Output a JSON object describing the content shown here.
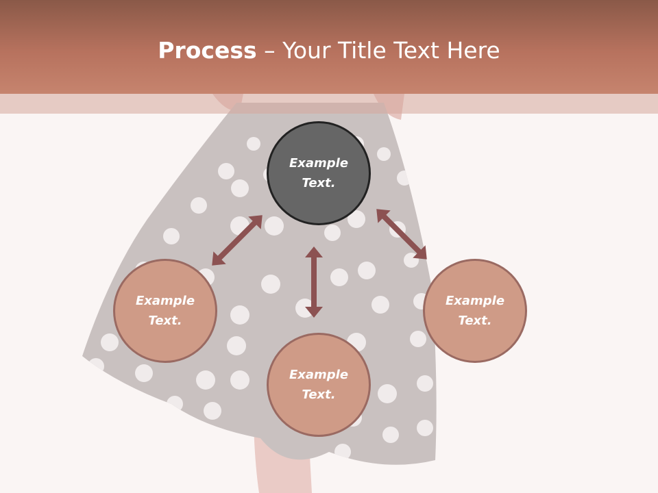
{
  "slide": {
    "title_bold": "Process",
    "title_rest": " – Your Title Text Here"
  },
  "nodes": [
    {
      "label": "Example\nText.",
      "style": "dark"
    },
    {
      "label": "Example\nText.",
      "style": "rose"
    },
    {
      "label": "Example\nText.",
      "style": "rose"
    },
    {
      "label": "Example\nText.",
      "style": "rose"
    }
  ],
  "colors": {
    "header": "#b7725e",
    "center_node": "#666666",
    "outer_node": "#cf9b87",
    "arrow": "#8c5252"
  },
  "icons": [
    "polka-dot-skirt-photo",
    "double-arrow-icon"
  ]
}
